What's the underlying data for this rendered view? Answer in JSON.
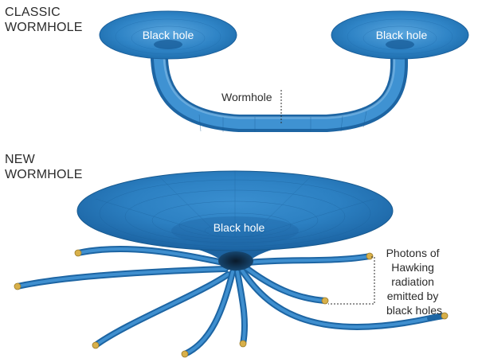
{
  "classic": {
    "heading_line1": "CLASSIC",
    "heading_line2": "WORMHOLE",
    "left_label": "Black hole",
    "right_label": "Black hole",
    "tube_label": "Wormhole"
  },
  "new": {
    "heading_line1": "NEW",
    "heading_line2": "WORMHOLE",
    "funnel_label": "Black hole",
    "annotation_lines": [
      "Photons of",
      "Hawking",
      "radiation",
      "emitted by",
      "black holes"
    ]
  },
  "colors": {
    "surface": "#2c7fc0",
    "surface_light": "#4a9ad6",
    "surface_dark": "#1a5f9b",
    "throat": "#0d2a44",
    "photon": "#d8b04a",
    "text": "#2b2b2b"
  }
}
